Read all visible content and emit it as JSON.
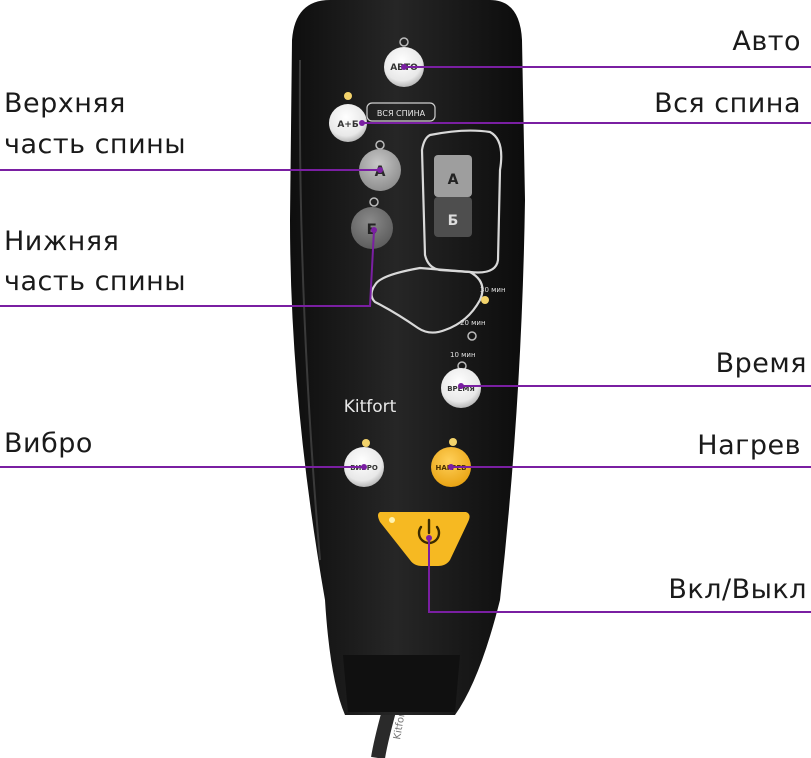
{
  "callouts": {
    "auto": "Авто",
    "full_back": "Вся спина",
    "upper_back_1": "Верхняя",
    "upper_back_2": "часть спины",
    "lower_back_1": "Нижняя",
    "lower_back_2": "часть спины",
    "time": "Время",
    "vibro": "Вибро",
    "heat": "Нагрев",
    "power": "Вкл/Выкл"
  },
  "remote": {
    "brand": "Kitfort",
    "btn_auto": "АВТО",
    "btn_ab": "А+Б",
    "label_full_back": "ВСЯ СПИНА",
    "btn_a": "А",
    "btn_b": "Б",
    "seat_a": "А",
    "seat_b": "Б",
    "timer_30": "30 мин",
    "timer_20": "20 мин",
    "timer_10": "10 мин",
    "btn_time": "ВРЕМЯ",
    "btn_vibro": "ВИБРО",
    "btn_heat": "НАГРЕВ",
    "cable_mark": "Kitfort"
  },
  "colors": {
    "accent_purple": "#7a1fa2",
    "heat_yellow": "#f5b21d",
    "power_yellow": "#f6b922",
    "remote_body": "#1b1b1b"
  }
}
